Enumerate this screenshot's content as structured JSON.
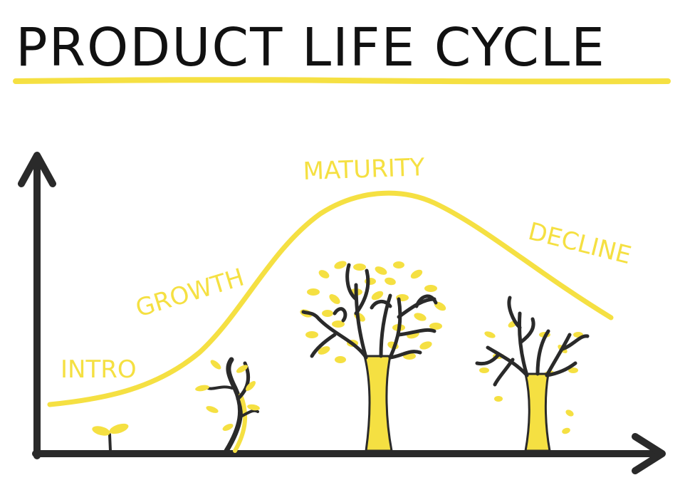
{
  "title": "PRODUCT LIFE CYCLE",
  "stages": {
    "intro": "INTRO",
    "growth": "GROWTH",
    "maturity": "MATURITY",
    "decline": "DECLINE"
  },
  "colors": {
    "accent": "#f5e042",
    "ink": "#2a2a2a",
    "title": "#111111"
  }
}
